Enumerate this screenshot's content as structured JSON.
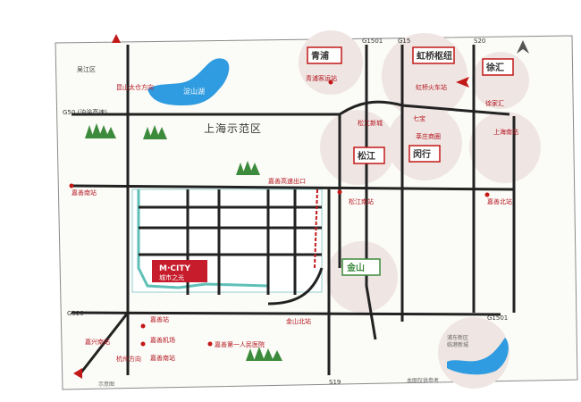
{
  "labels": {
    "demo_zone": "上海示范区",
    "wujiang": "吴江区",
    "g50": "G50 (沪渝高速)",
    "g320": "G320",
    "g1501": "G1501",
    "s19": "S19",
    "s20": "S20",
    "g1501_top": "G1501",
    "g15_top": "G15",
    "dianshan_lake": "淀山湖",
    "qingpu_station": "青浦客运站",
    "xujiahui": "徐家汇",
    "shanghai_south": "上海南站",
    "songjiang_new": "松江新城",
    "qibao": "七宝",
    "xinzhuang": "莘庄商圈",
    "hongqiao_station": "虹桥火车站",
    "jiashan_south": "嘉善南站",
    "jiashan_exit": "嘉善高速出口",
    "jiashan_station": "嘉善站",
    "jiaxing_south": "嘉兴南站",
    "jiaxing_airport": "嘉善机场",
    "jiashan_south_station": "嘉善南站",
    "jiashan_hospital": "嘉善第一人民医院",
    "jiashan_north": "嘉善北站",
    "jinshan_north": "金山北站",
    "songjiang_south": "松江南站",
    "g60_direction": "杭州方向",
    "north_direction": "昆山太仓方向",
    "pudong": "浦东新区",
    "pudong_sub": "临港新城",
    "disclaimer": "本图仅供参考",
    "note": "示意图"
  },
  "districts": {
    "qingpu": "青浦",
    "hongqiao": "虹桥枢纽",
    "xuhui": "徐汇",
    "songjiang": "松江",
    "minhang": "闵行",
    "jinshan": "金山"
  },
  "project": {
    "name_en": "M·CITY",
    "name_cn": "城市之光"
  },
  "colors": {
    "road": "#222222",
    "metro": "#c21818",
    "water": "#2f9be0",
    "project": "#c61c2c",
    "tree": "#3c8a3c"
  }
}
